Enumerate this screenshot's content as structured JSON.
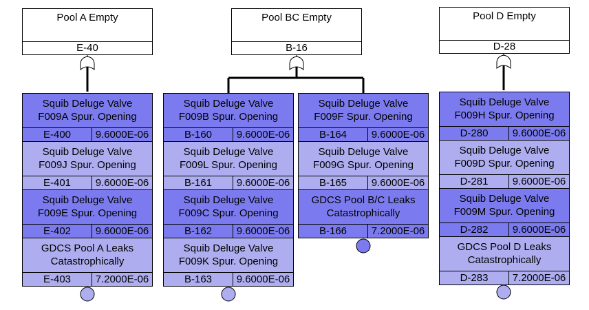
{
  "columns": [
    {
      "top": {
        "name": "Pool A Empty",
        "id": "E-40"
      },
      "events": [
        {
          "line1": "Squib Deluge Valve",
          "line2": "F009A Spur. Opening",
          "id": "E-400",
          "prob": "9.6000E-06",
          "shade": "dark"
        },
        {
          "line1": "Squib Deluge Valve",
          "line2": "F009J Spur. Opening",
          "id": "E-401",
          "prob": "9.6000E-06",
          "shade": "light"
        },
        {
          "line1": "Squib Deluge Valve",
          "line2": "F009E Spur. Opening",
          "id": "E-402",
          "prob": "9.6000E-06",
          "shade": "dark"
        },
        {
          "line1": "GDCS Pool A Leaks",
          "line2": "Catastrophically",
          "id": "E-403",
          "prob": "7.2000E-06",
          "shade": "light"
        }
      ]
    },
    {
      "top": {
        "name": "Pool BC Empty",
        "id": "B-16"
      },
      "events": [
        {
          "line1": "Squib Deluge Valve",
          "line2": "F009B Spur. Opening",
          "id": "B-160",
          "prob": "9.6000E-06",
          "shade": "dark"
        },
        {
          "line1": "Squib Deluge Valve",
          "line2": "F009L Spur. Opening",
          "id": "B-161",
          "prob": "9.6000E-06",
          "shade": "light"
        },
        {
          "line1": "Squib Deluge Valve",
          "line2": "F009C Spur. Opening",
          "id": "B-162",
          "prob": "9.6000E-06",
          "shade": "dark"
        },
        {
          "line1": "Squib Deluge Valve",
          "line2": "F009K Spur. Opening",
          "id": "B-163",
          "prob": "9.6000E-06",
          "shade": "light"
        },
        {
          "line1": "Squib Deluge Valve",
          "line2": "F009F Spur. Opening",
          "id": "B-164",
          "prob": "9.6000E-06",
          "shade": "dark"
        },
        {
          "line1": "Squib Deluge Valve",
          "line2": "F009G Spur. Opening",
          "id": "B-165",
          "prob": "9.6000E-06",
          "shade": "light"
        },
        {
          "line1": "GDCS Pool B/C Leaks",
          "line2": "Catastrophically",
          "id": "B-166",
          "prob": "7.2000E-06",
          "shade": "dark"
        }
      ]
    },
    {
      "top": {
        "name": "Pool D Empty",
        "id": "D-28"
      },
      "events": [
        {
          "line1": "Squib Deluge Valve",
          "line2": "F009H Spur. Opening",
          "id": "D-280",
          "prob": "9.6000E-06",
          "shade": "dark"
        },
        {
          "line1": "Squib Deluge Valve",
          "line2": "F009D Spur. Opening",
          "id": "D-281",
          "prob": "9.6000E-06",
          "shade": "light"
        },
        {
          "line1": "Squib Deluge Valve",
          "line2": "F009M Spur. Opening",
          "id": "D-282",
          "prob": "9.6000E-06",
          "shade": "dark"
        },
        {
          "line1": "GDCS Pool D Leaks",
          "line2": "Catastrophically",
          "id": "D-283",
          "prob": "7.2000E-06",
          "shade": "light"
        }
      ]
    }
  ],
  "colors": {
    "dark_event": "#7b7bef",
    "light_event": "#adadef",
    "circle": "#adadef"
  }
}
